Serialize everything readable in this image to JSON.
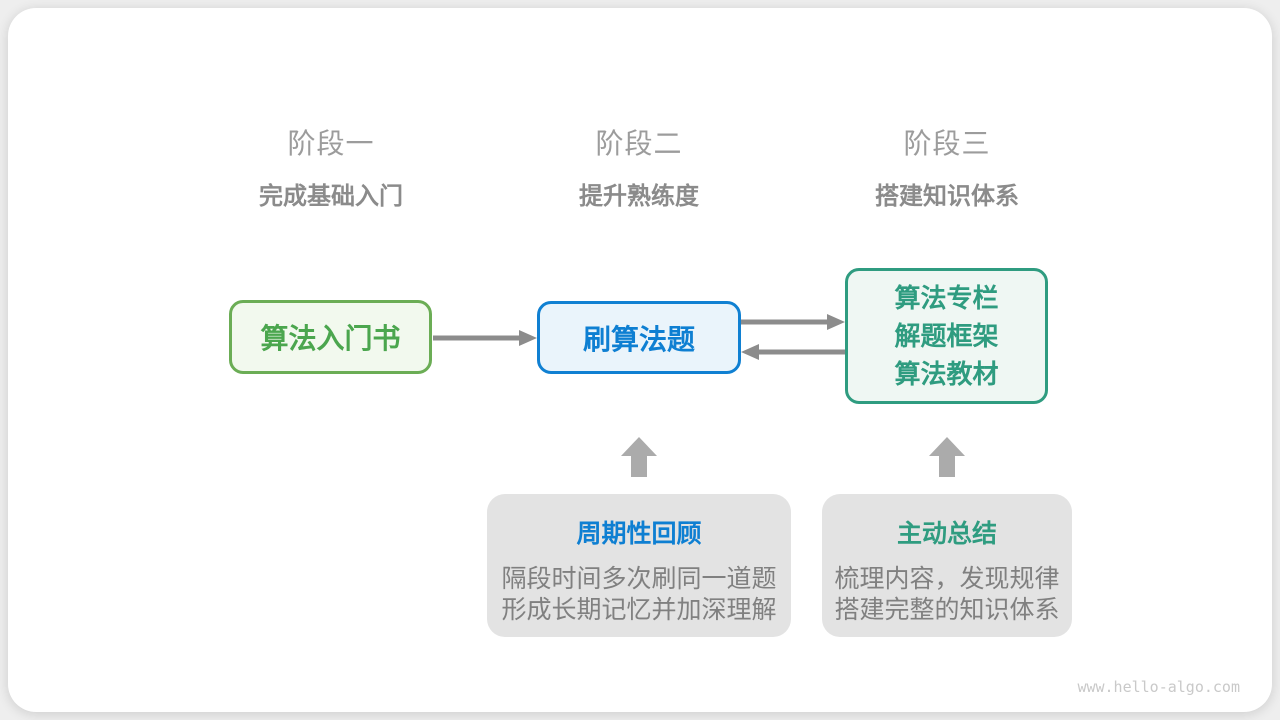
{
  "page": {
    "watermark": "www.hello-algo.com"
  },
  "stages": [
    {
      "label": "阶段一",
      "subtitle": "完成基础入门"
    },
    {
      "label": "阶段二",
      "subtitle": "提升熟练度"
    },
    {
      "label": "阶段三",
      "subtitle": "搭建知识体系"
    }
  ],
  "nodes": [
    {
      "title": "算法入门书",
      "border": "#6bad55",
      "bg": "#f2f9ee",
      "text": "#4ba64e"
    },
    {
      "title": "刷算法题",
      "border": "#1080d2",
      "bg": "#eaf4fb",
      "text": "#0e7fd2"
    },
    {
      "lines": [
        "算法专栏",
        "解题框架",
        "算法教材"
      ],
      "border": "#2f9c80",
      "bg": "#eff7f3",
      "text": "#2f9c80"
    }
  ],
  "notes": [
    {
      "title": "周期性回顾",
      "title_color": "#0e7fd2",
      "line1": "隔段时间多次刷同一道题",
      "line2": "形成长期记忆并加深理解"
    },
    {
      "title": "主动总结",
      "title_color": "#2f9c80",
      "line1": "梳理内容，发现规律",
      "line2": "搭建完整的知识体系"
    }
  ],
  "colors": {
    "arrow": "#8c8c8c",
    "block_arrow": "#ababab",
    "note_bg": "#e3e3e3",
    "note_body_text": "#808080",
    "stage_label": "#9c9c9c",
    "stage_subtitle": "#8b8b8b",
    "watermark": "#c9c9c9"
  }
}
